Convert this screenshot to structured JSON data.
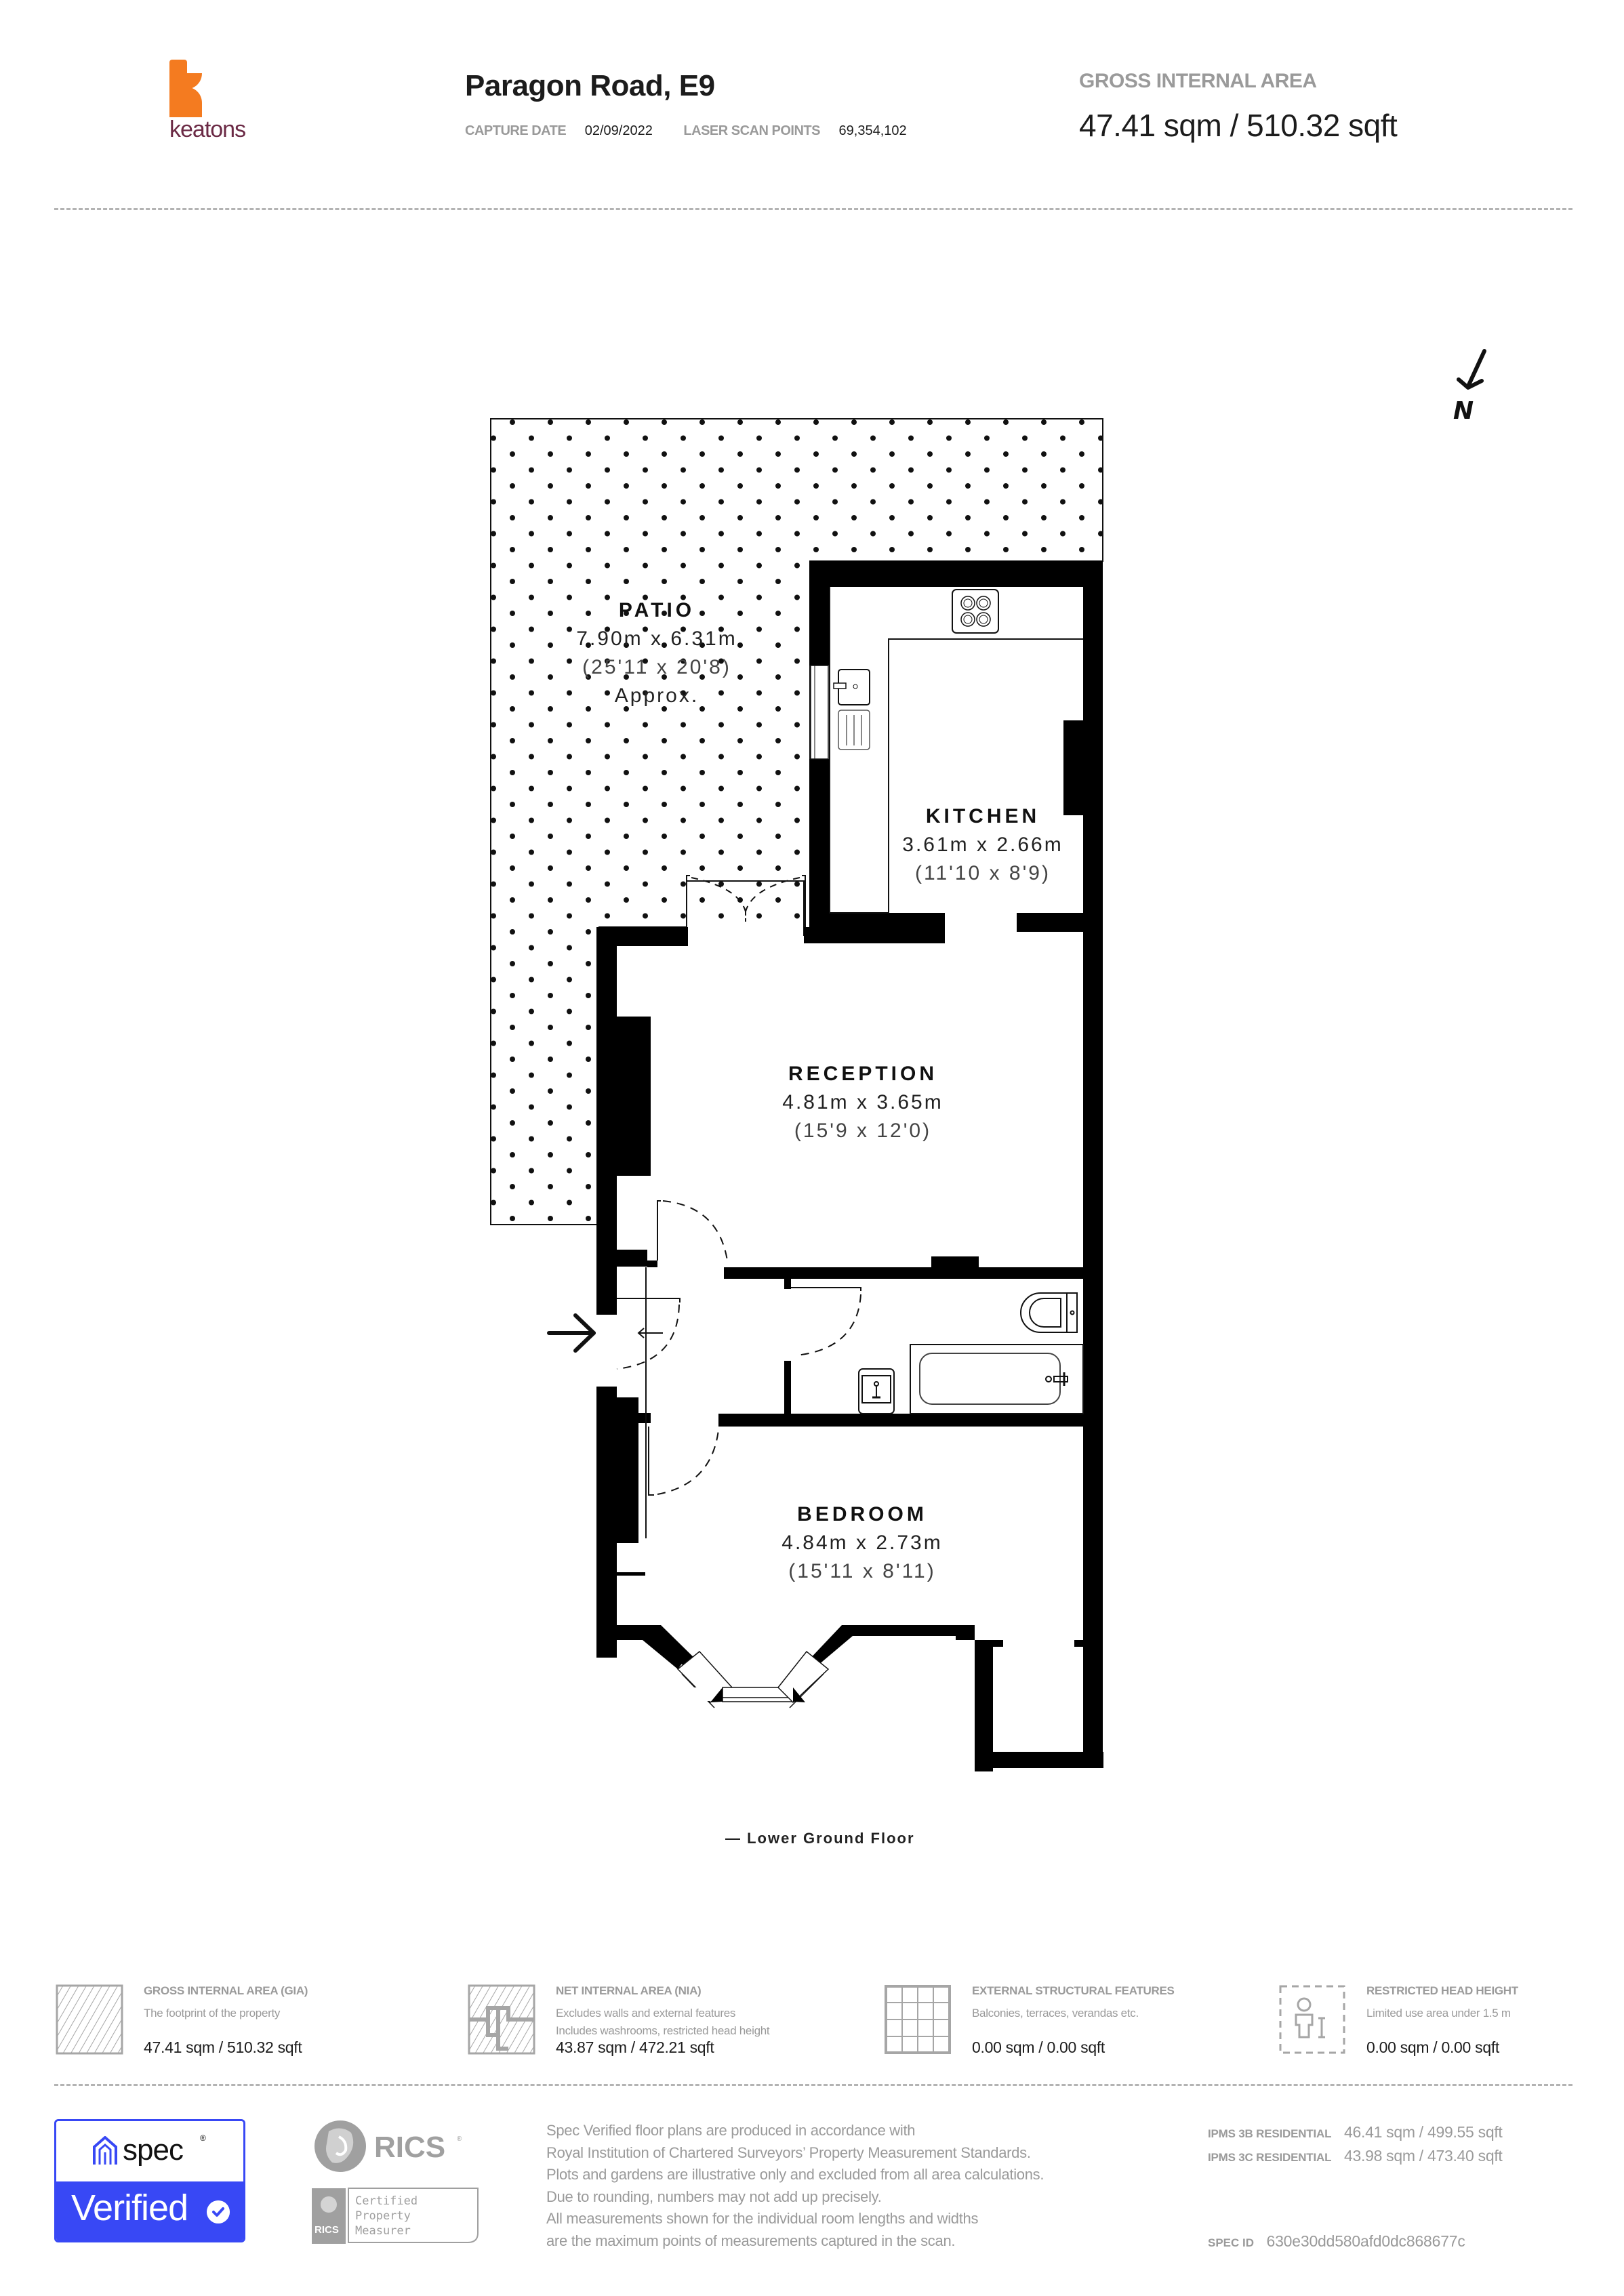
{
  "header": {
    "brand": "keatons",
    "brand_color": "#f47b20",
    "brand_text_color": "#6b2a45",
    "title": "Paragon Road, E9",
    "capture_date_label": "CAPTURE DATE",
    "capture_date": "02/09/2022",
    "laser_scan_label": "LASER SCAN POINTS",
    "laser_scan_points": "69,354,102",
    "gia_label": "GROSS INTERNAL AREA",
    "gia_value": "47.41 sqm / 510.32 sqft"
  },
  "compass": {
    "label": "N",
    "icon": "north-arrow-icon"
  },
  "floorplan": {
    "floor_name": "— Lower Ground Floor",
    "rooms": {
      "patio": {
        "name": "PATIO",
        "metric": "7.90m x 6.31m",
        "imperial": "(25'11 x 20'8)",
        "note": "Approx."
      },
      "kitchen": {
        "name": "KITCHEN",
        "metric": "3.61m x 2.66m",
        "imperial": "(11'10 x 8'9)"
      },
      "reception": {
        "name": "RECEPTION",
        "metric": "4.81m x 3.65m",
        "imperial": "(15'9 x 12'0)"
      },
      "bedroom": {
        "name": "BEDROOM",
        "metric": "4.84m x 2.73m",
        "imperial": "(15'11 x 8'11)"
      }
    },
    "fixtures": [
      "hob-icon",
      "kitchen-sink-icon",
      "drainer-icon",
      "toilet-icon",
      "bath-icon",
      "basin-icon",
      "entrance-arrow-icon"
    ]
  },
  "legend": [
    {
      "icon": "gia-hatch-icon",
      "title": "GROSS INTERNAL AREA (GIA)",
      "desc": [
        "The footprint of the property"
      ],
      "value": "47.41 sqm / 510.32 sqft"
    },
    {
      "icon": "nia-hatch-icon",
      "title": "NET INTERNAL AREA (NIA)",
      "desc": [
        "Excludes walls and external features",
        "Includes washrooms, restricted head height"
      ],
      "value": "43.87 sqm / 472.21 sqft"
    },
    {
      "icon": "external-grid-icon",
      "title": "EXTERNAL STRUCTURAL FEATURES",
      "desc": [
        "Balconies, terraces, verandas etc."
      ],
      "value": "0.00 sqm / 0.00 sqft"
    },
    {
      "icon": "restricted-height-person-icon",
      "title": "RESTRICTED HEAD HEIGHT",
      "desc": [
        "Limited use area under 1.5 m"
      ],
      "value": "0.00 sqm / 0.00 sqft"
    }
  ],
  "footer": {
    "spec_badge": {
      "word": "spec",
      "reg": "®",
      "verified": "Verified",
      "color": "#3848f5"
    },
    "rics": {
      "word": "RICS",
      "reg": "®",
      "certified_lines": [
        "Certified",
        "Property",
        "Measurer"
      ],
      "color": "#9a9a9a"
    },
    "disclaimer": [
      "Spec Verified floor plans are produced in accordance with",
      "Royal Institution of Chartered Surveyors’ Property Measurement Standards.",
      "Plots and gardens are illustrative only and excluded from all area calculations.",
      "Due to rounding, numbers may not add up precisely.",
      "All measurements shown for the individual room lengths and widths",
      "are the maximum points of measurements captured in the scan."
    ],
    "ipms": [
      {
        "label": "IPMS 3B RESIDENTIAL",
        "value": "46.41 sqm / 499.55 sqft"
      },
      {
        "label": "IPMS 3C RESIDENTIAL",
        "value": "43.98 sqm / 473.40 sqft"
      }
    ],
    "spec_id_label": "SPEC ID",
    "spec_id": "630e30dd580afd0dc868677c"
  }
}
